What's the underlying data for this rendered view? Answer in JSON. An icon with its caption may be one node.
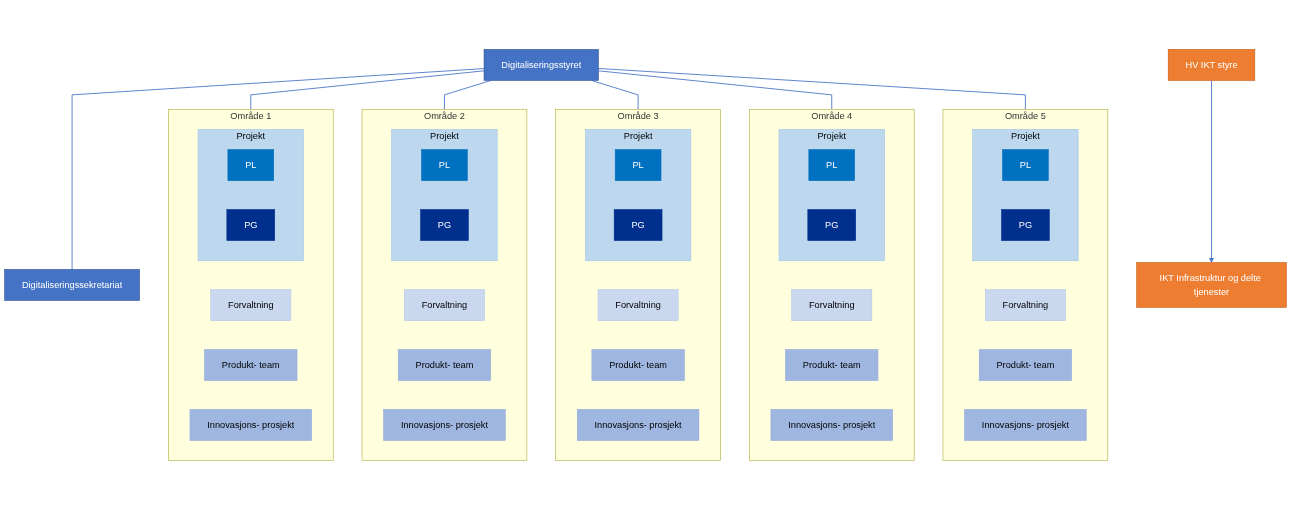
{
  "diagram": {
    "nodes": [
      {
        "text": [
          "Digitaliseringsstyret"
        ]
      },
      {
        "text": [
          "Digitaliseringssekretariat"
        ]
      },
      {
        "text": [
          "HV IKT styre"
        ]
      },
      {
        "text": [
          "Område 1"
        ]
      },
      {
        "text": [
          "Projekt"
        ],
        "in": 3
      },
      {
        "text": [
          "PL"
        ],
        "in": 4
      },
      {
        "text": [
          "PG"
        ],
        "in": 4
      },
      {
        "text": [
          "Forvaltning"
        ],
        "in": 3
      },
      {
        "text": [
          "Produkt- team"
        ],
        "in": 3
      },
      {
        "text": [
          "Innovasjons- prosjekt"
        ],
        "in": 3
      },
      {
        "text": [
          "Område 2"
        ]
      },
      {
        "text": [
          "Projekt"
        ],
        "in": 10
      },
      {
        "text": [
          "PL"
        ],
        "in": 11
      },
      {
        "text": [
          "PG"
        ],
        "in": 11
      },
      {
        "text": [
          "Forvaltning"
        ],
        "in": 10
      },
      {
        "text": [
          "Produkt- team"
        ],
        "in": 10
      },
      {
        "text": [
          "Innovasjons- prosjekt"
        ],
        "in": 10
      },
      {
        "text": [
          "Område 3"
        ]
      },
      {
        "text": [
          "Projekt"
        ],
        "in": 17
      },
      {
        "text": [
          "PL"
        ],
        "in": 18
      },
      {
        "text": [
          "PG"
        ],
        "in": 18
      },
      {
        "text": [
          "Forvaltning"
        ],
        "in": 17
      },
      {
        "text": [
          "Produkt- team"
        ],
        "in": 17
      },
      {
        "text": [
          "Innovasjons- prosjekt"
        ],
        "in": 17
      },
      {
        "text": [
          "Område 4"
        ]
      },
      {
        "text": [
          "Projekt"
        ],
        "in": 24
      },
      {
        "text": [
          "PL"
        ],
        "in": 25
      },
      {
        "text": [
          "PG"
        ],
        "in": 25
      },
      {
        "text": [
          "Forvaltning"
        ],
        "in": 24
      },
      {
        "text": [
          "Produkt- team"
        ],
        "in": 24
      },
      {
        "text": [
          "Innovasjons- prosjekt"
        ],
        "in": 24
      },
      {
        "text": [
          "Område 5"
        ]
      },
      {
        "text": [
          "Projekt"
        ],
        "in": 31
      },
      {
        "text": [
          "PL"
        ],
        "in": 32
      },
      {
        "text": [
          "PG"
        ],
        "in": 32
      },
      {
        "text": [
          "Forvaltning"
        ],
        "in": 31
      },
      {
        "text": [
          "Produkt- team"
        ],
        "in": 31
      },
      {
        "text": [
          "Innovasjons- prosjekt"
        ],
        "in": 31
      },
      {
        "text": [
          "IKT Infrastruktur og delte tjenester"
        ]
      }
    ],
    "edges": [
      {
        "from": 0,
        "to": 1,
        "arrow": "none"
      },
      {
        "from": 0,
        "to": 3,
        "arrow": "none"
      },
      {
        "from": 0,
        "to": 10,
        "arrow": "none"
      },
      {
        "from": 0,
        "to": 17,
        "arrow": "none"
      },
      {
        "from": 0,
        "to": 24,
        "arrow": "none"
      },
      {
        "from": 0,
        "to": 31,
        "arrow": "none"
      },
      {
        "from": 2,
        "to": 38,
        "arrow": "to"
      }
    ]
  }
}
